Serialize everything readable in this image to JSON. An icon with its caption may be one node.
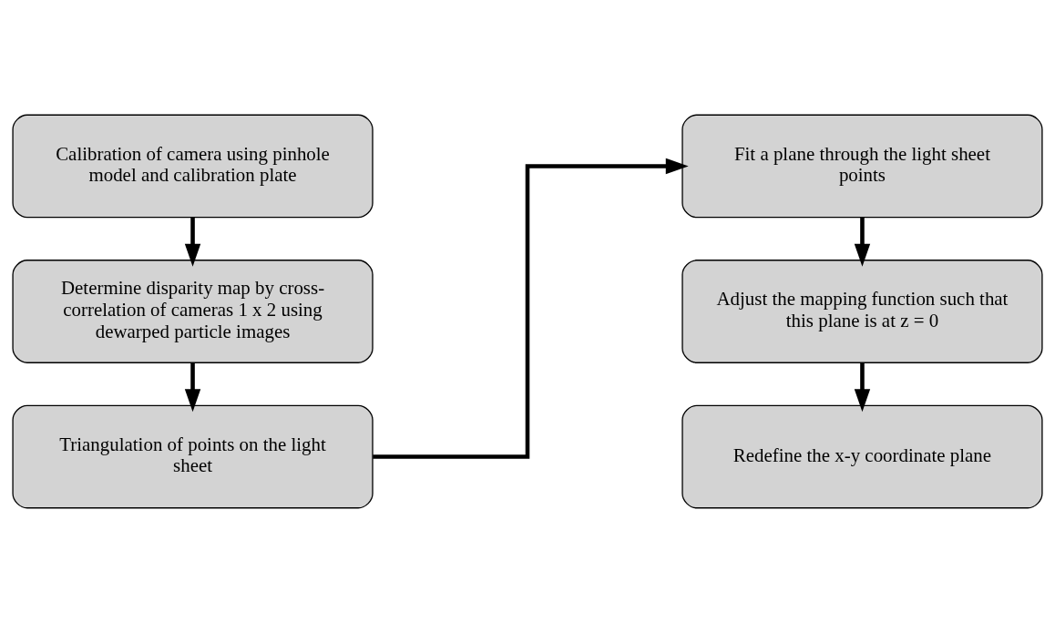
{
  "diagram": {
    "nodes": [
      {
        "text": [
          "Calibration of camera using pinhole model and calibration plate"
        ]
      },
      {
        "text": [
          "Determine disparity map by cross-correlation of cameras 1 x 2 using dewarped particle images"
        ]
      },
      {
        "text": [
          "Triangulation of points on the light sheet"
        ]
      },
      {
        "text": [
          "Fit a plane through the light sheet points"
        ]
      },
      {
        "text": [
          "Adjust the mapping function such that this plane is at z = 0"
        ]
      },
      {
        "text": [
          "Redefine the x-y coordinate plane"
        ]
      }
    ],
    "edges": [
      {
        "from": 0,
        "to": 1,
        "arrow": "to"
      },
      {
        "from": 1,
        "to": 2,
        "arrow": "to"
      },
      {
        "from": 2,
        "to": 3,
        "arrow": "to"
      },
      {
        "from": 3,
        "to": 4,
        "arrow": "to"
      },
      {
        "from": 4,
        "to": 5,
        "arrow": "to"
      }
    ]
  }
}
